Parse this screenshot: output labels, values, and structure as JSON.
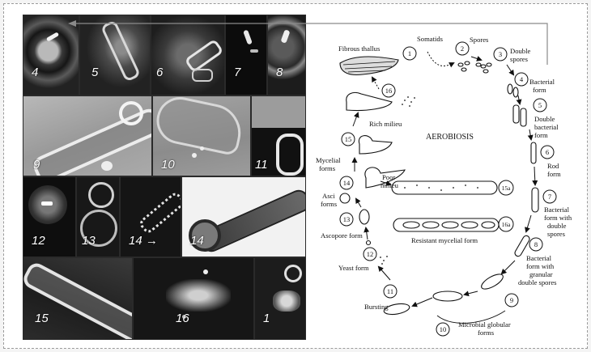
{
  "tiles": [
    {
      "id": "tile-4",
      "label": "4"
    },
    {
      "id": "tile-5",
      "label": "5"
    },
    {
      "id": "tile-6",
      "label": "6"
    },
    {
      "id": "tile-7",
      "label": "7"
    },
    {
      "id": "tile-8",
      "label": "8"
    },
    {
      "id": "tile-9",
      "label": "9"
    },
    {
      "id": "tile-10",
      "label": "10"
    },
    {
      "id": "tile-11",
      "label": "11"
    },
    {
      "id": "tile-12",
      "label": "12"
    },
    {
      "id": "tile-13",
      "label": "13"
    },
    {
      "id": "tile-14a",
      "label": "14 →"
    },
    {
      "id": "tile-14b",
      "label": "14"
    },
    {
      "id": "tile-15",
      "label": "15"
    },
    {
      "id": "tile-16",
      "label": "16"
    },
    {
      "id": "tile-1",
      "label": "1"
    }
  ],
  "diagram": {
    "title": "AEROBIOSIS",
    "nodes": {
      "n1": "1",
      "n2": "2",
      "n3": "3",
      "n4": "4",
      "n5": "5",
      "n6": "6",
      "n7": "7",
      "n8": "8",
      "n9": "9",
      "n10": "10",
      "n11": "11",
      "n12": "12",
      "n13": "13",
      "n14": "14",
      "n15": "15",
      "n16": "16",
      "n15a": "15a",
      "n16a": "16a"
    },
    "labels": {
      "fibrous_thallus": "Fibrous thallus",
      "somatids": "Somatids",
      "spores": "Spores",
      "double_1": "Double",
      "double_2": "spores",
      "bacterial_1": "Bacterial",
      "bacterial_2": "form",
      "double_bact_1": "Double",
      "double_bact_2": "bacterial",
      "double_bact_3": "form",
      "rod_1": "Rod",
      "rod_2": "form",
      "bact_double_1": "Bacterial",
      "bact_double_2": "form with",
      "bact_double_3": "double",
      "bact_double_4": "spores",
      "bact_gran_1": "Bacterial",
      "bact_gran_2": "form with",
      "bact_gran_3": "granular",
      "bact_gran_4": "double spores",
      "microbial_1": "Microbial globular",
      "microbial_2": "forms",
      "bursting": "Bursting",
      "yeast": "Yeast form",
      "ascopore": "Ascopore form",
      "asci_1": "Asci",
      "asci_2": "forms",
      "poor_1": "Poor",
      "poor_2": "milieu",
      "mycelial_1": "Mycelial",
      "mycelial_2": "forms",
      "rich": "Rich milieu",
      "resistant": "Resistant mycelial form"
    }
  }
}
